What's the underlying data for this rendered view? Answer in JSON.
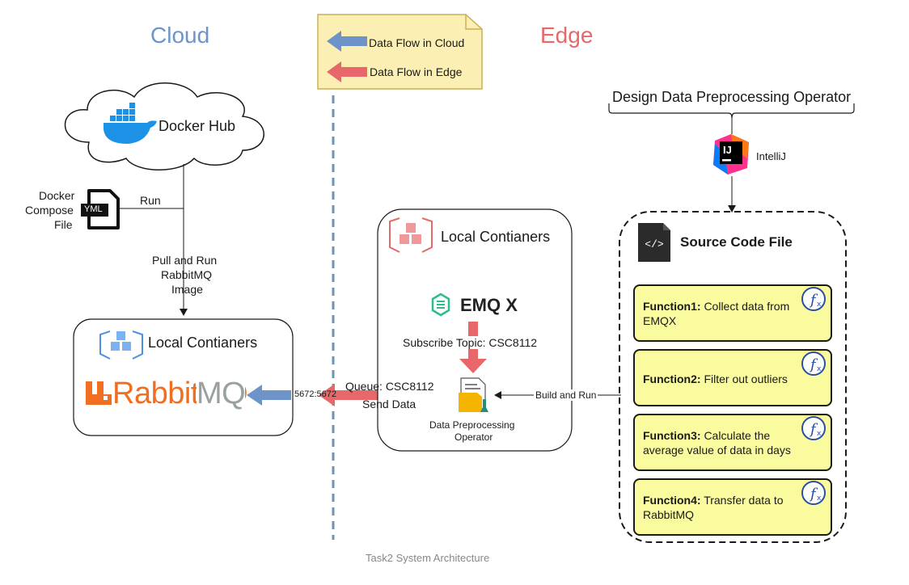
{
  "regions": {
    "cloud": "Cloud",
    "edge": "Edge"
  },
  "legend": {
    "cloud_flow": "Data Flow in Cloud",
    "edge_flow": "Data Flow in Edge"
  },
  "cloud": {
    "docker_hub": "Docker Hub",
    "compose_label": [
      "Docker",
      "Compose",
      "File"
    ],
    "yml_badge": "YML",
    "run_label": "Run",
    "pull_label": [
      "Pull and Run",
      "RabbitMQ",
      "Image"
    ],
    "local_containers": "Local Contianers",
    "rabbit_brand": "RabbitMQ",
    "port_label": "5672:5672"
  },
  "edge": {
    "local_containers": "Local Contianers",
    "emqx": "EMQ X",
    "subscribe_label": "Subscribe Topic: CSC8112",
    "queue_label": "Queue: CSC8112",
    "send_label": "Send Data",
    "operator_label": [
      "Data Preprocessing",
      "Operator"
    ],
    "build_run": "Build and Run",
    "design_title": "Design Data Preprocessing Operator",
    "intellij": "IntelliJ",
    "intellij_badge": "IJ",
    "source_file": "Source Code File",
    "functions": [
      {
        "name": "Function1:",
        "desc": "Collect data from EMQX"
      },
      {
        "name": "Function2:",
        "desc": "Filter out outliers"
      },
      {
        "name": "Function3:",
        "desc": "Calculate the average value of data in days"
      },
      {
        "name": "Function4:",
        "desc": "Transfer data to RabbitMQ"
      }
    ]
  },
  "caption": "Task2 System Architecture",
  "colors": {
    "cloud_blue": "#6d93c9",
    "edge_red": "#e8676a",
    "divider": "#6d93b5",
    "note_fill": "#fbefb3",
    "func_fill": "#fafa9e",
    "rabbit_orange": "#f06e21",
    "rabbit_gray": "#98a0a0",
    "emqx_green": "#2fbc8f"
  },
  "icons": [
    "cloud-shape",
    "docker-whale-icon",
    "yml-file-icon",
    "aws-containers-icon",
    "emqx-logo-icon",
    "operator-file-icon",
    "intellij-icon",
    "code-file-icon",
    "function-icon"
  ]
}
